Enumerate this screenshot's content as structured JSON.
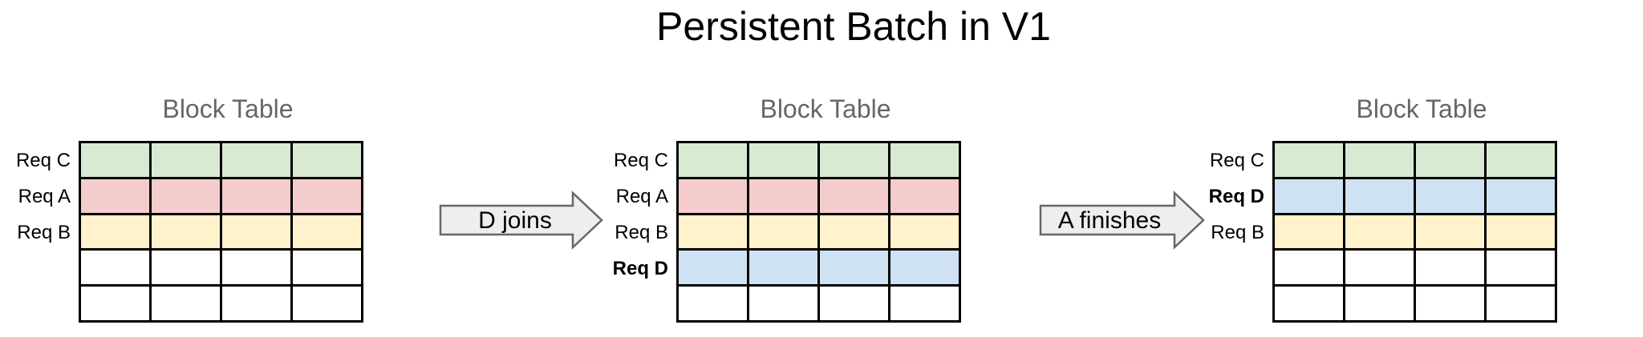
{
  "page_title": "Persistent Batch in V1",
  "colors": {
    "green": "#d9ead3",
    "red": "#f4cccc",
    "yellow": "#fff2cc",
    "blue": "#cfe2f3",
    "white": "#ffffff",
    "arrow_fill": "#eeeeee",
    "arrow_border": "#666666",
    "table_border": "#000000",
    "panel_title_color": "#666666"
  },
  "panels": [
    {
      "title": "Block Table",
      "columns": 4,
      "rows": [
        {
          "label": "Req C",
          "bold": false,
          "color": "green"
        },
        {
          "label": "Req A",
          "bold": false,
          "color": "red"
        },
        {
          "label": "Req B",
          "bold": false,
          "color": "yellow"
        },
        {
          "label": "",
          "bold": false,
          "color": "white"
        },
        {
          "label": "",
          "bold": false,
          "color": "white"
        }
      ]
    },
    {
      "title": "Block Table",
      "columns": 4,
      "rows": [
        {
          "label": "Req C",
          "bold": false,
          "color": "green"
        },
        {
          "label": "Req A",
          "bold": false,
          "color": "red"
        },
        {
          "label": "Req B",
          "bold": false,
          "color": "yellow"
        },
        {
          "label": "Req D",
          "bold": true,
          "color": "blue"
        },
        {
          "label": "",
          "bold": false,
          "color": "white"
        }
      ]
    },
    {
      "title": "Block Table",
      "columns": 4,
      "rows": [
        {
          "label": "Req C",
          "bold": false,
          "color": "green"
        },
        {
          "label": "Req D",
          "bold": true,
          "color": "blue"
        },
        {
          "label": "Req B",
          "bold": false,
          "color": "yellow"
        },
        {
          "label": "",
          "bold": false,
          "color": "white"
        },
        {
          "label": "",
          "bold": false,
          "color": "white"
        }
      ]
    }
  ],
  "arrows": [
    {
      "label": "D joins"
    },
    {
      "label": "A finishes"
    }
  ]
}
